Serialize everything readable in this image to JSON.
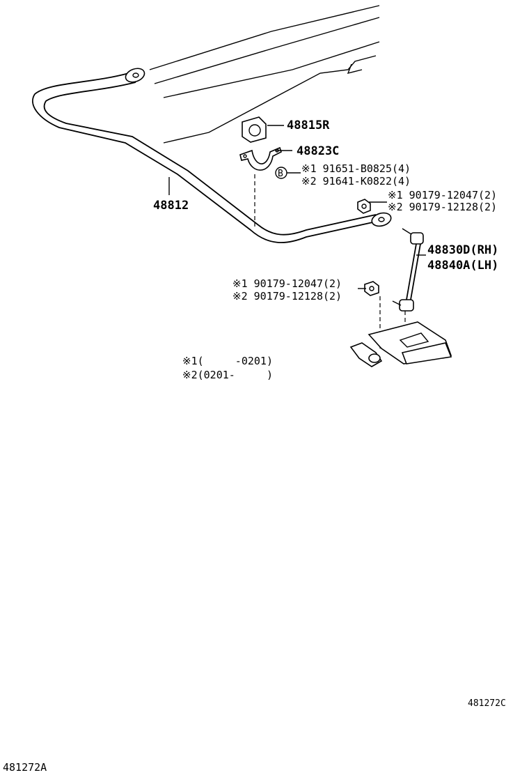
{
  "labels": {
    "bushing": "48815R",
    "bracket": "48823C",
    "bar": "48812",
    "bolt_ref_marker": "B",
    "bolt_1": "※1 91651-B0825(4)",
    "bolt_2": "※2 91641-K0822(4)",
    "upper_nut_1": "※1 90179-12047(2)",
    "upper_nut_2": "※2 90179-12128(2)",
    "link_rh": "48830D(RH)",
    "link_lh": "48840A(LH)",
    "lower_nut_1": "※1 90179-12047(2)",
    "lower_nut_2": "※2 90179-12128(2)"
  },
  "notes": {
    "period_1": "※1(     -0201)",
    "period_2": "※2(0201-     )"
  },
  "diagram_codes": {
    "inner": "481272C",
    "outer": "481272A"
  }
}
